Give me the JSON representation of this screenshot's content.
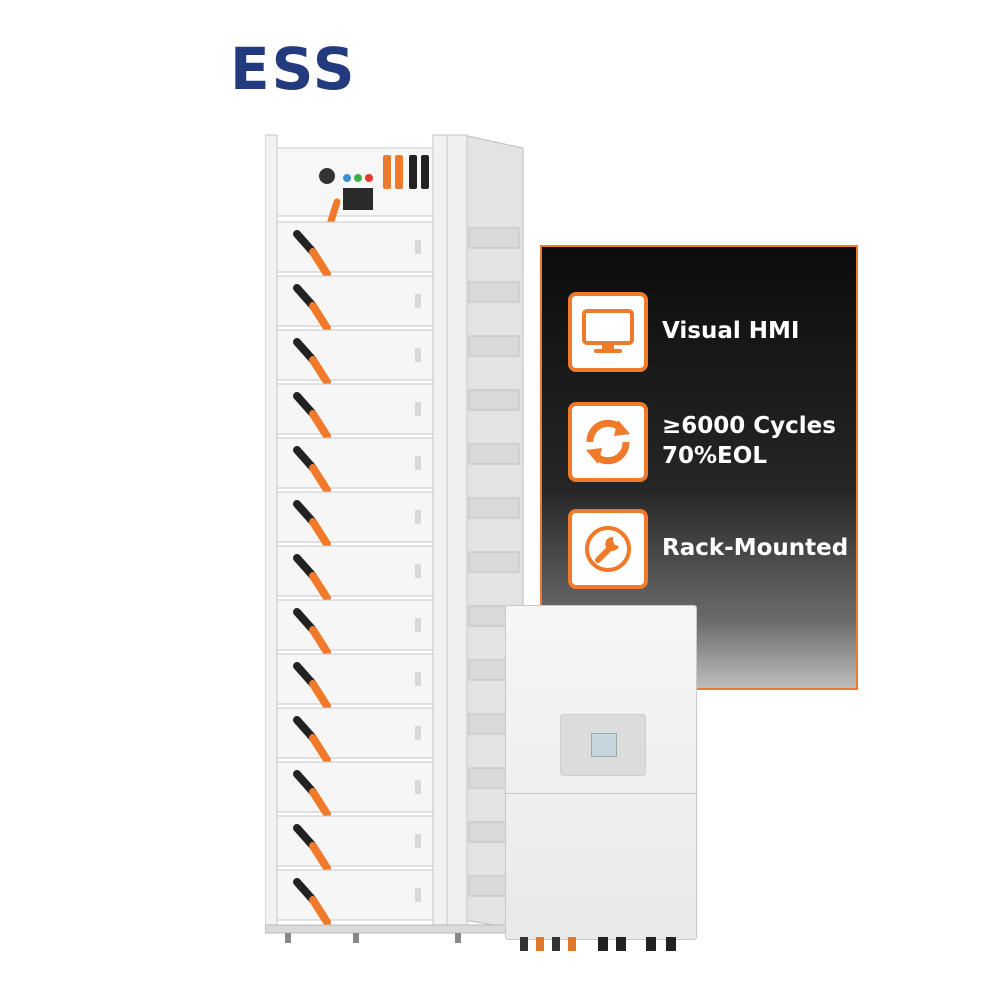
{
  "brand": {
    "text": "ESS",
    "color": "#233a7e"
  },
  "accent_color": "#f07a2a",
  "features": [
    {
      "icon": "monitor-icon",
      "lines": [
        "Visual HMI"
      ]
    },
    {
      "icon": "cycle-arrows-icon",
      "lines": [
        "≥6000 Cycles",
        "70%EOL"
      ]
    },
    {
      "icon": "wrench-icon",
      "lines": [
        "Rack-Mounted"
      ]
    }
  ]
}
